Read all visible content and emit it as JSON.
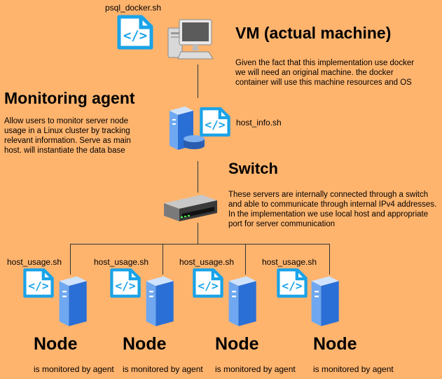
{
  "vm": {
    "file_label": "psql_docker.sh",
    "title": "VM (actual machine)",
    "description": "Given the fact that this implementation use docker we will need an original machine. the docker container will use this machine resources and OS"
  },
  "agent": {
    "title": "Monitoring agent",
    "description": "Allow users to monitor server node usage in a Linux cluster by tracking relevant information. Serve as main host. will instantiate the data base",
    "file_label": "host_info.sh"
  },
  "switch": {
    "title": "Switch",
    "description": "These servers are internally connected through a switch and able to communicate through internal IPv4 addresses. In the implementation we use local host and appropriate port for server communication"
  },
  "nodes": [
    {
      "file_label": "host_usage.sh",
      "title": "Node",
      "caption": "is monitored by agent"
    },
    {
      "file_label": "host_usage.sh",
      "title": "Node",
      "caption": "is monitored by agent"
    },
    {
      "file_label": "host_usage.sh",
      "title": "Node",
      "caption": "is monitored by agent"
    },
    {
      "file_label": "host_usage.sh",
      "title": "Node",
      "caption": "is monitored by agent"
    }
  ],
  "colors": {
    "background": "#ffb46e",
    "script_icon": "#1aa3e8",
    "server_blue": "#2a6fd6"
  },
  "icons": [
    "script-file-icon",
    "desktop-computer-icon",
    "server-icon",
    "database-icon",
    "network-switch-icon"
  ]
}
